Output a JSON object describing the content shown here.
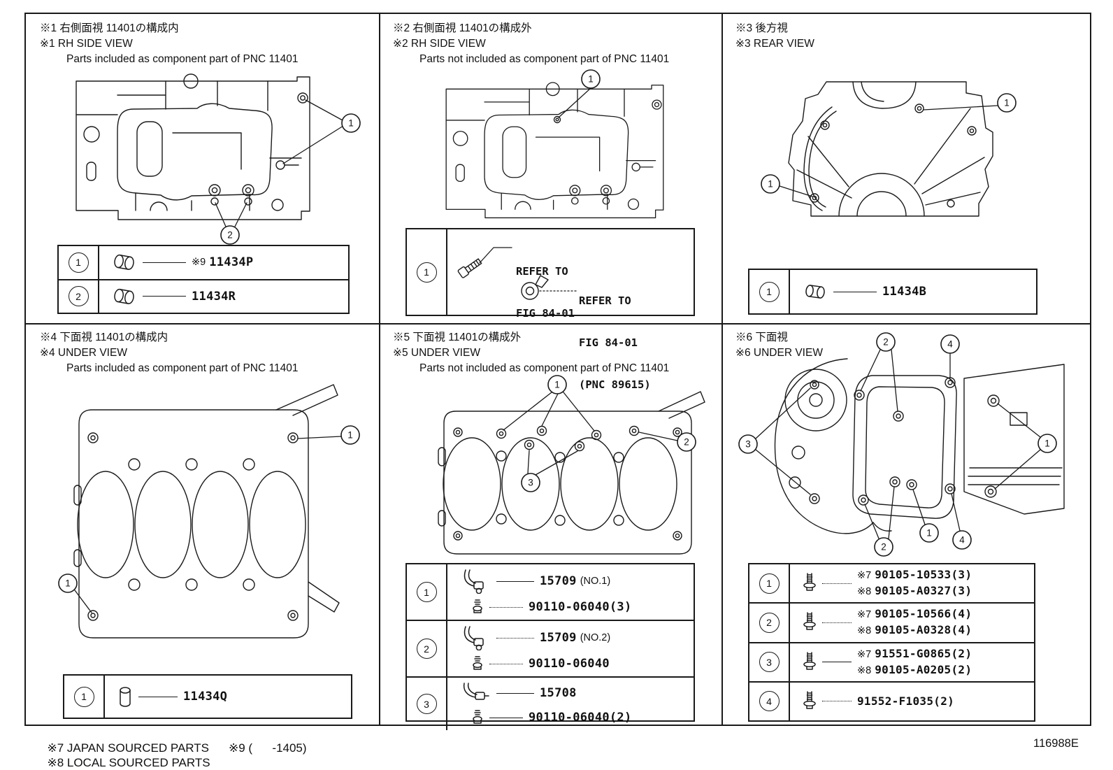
{
  "footer": {
    "note7": "※7 JAPAN SOURCED PARTS",
    "note8": "※8 LOCAL SOURCED PARTS",
    "note9": "※9 (      -1405)",
    "code": "116988E"
  },
  "panels": [
    {
      "title_jp": "※1 右側面視 11401の構成内",
      "title_en": "※1 RH SIDE VIEW",
      "subtitle": "Parts included as component part of PNC 11401",
      "callouts": [
        "1",
        "2"
      ],
      "rows": [
        {
          "callout": "1",
          "prefix": "※9",
          "number": "11434P"
        },
        {
          "callout": "2",
          "prefix": "",
          "number": "11434R"
        }
      ]
    },
    {
      "title_jp": "※2 右側面視 11401の構成外",
      "title_en": "※2 RH SIDE VIEW",
      "subtitle": "Parts not included as component part of PNC 11401",
      "callouts": [
        "1"
      ],
      "row": {
        "callout": "1",
        "ref1_line1": "REFER TO",
        "ref1_line2": "FIG 84-01",
        "ref2_line1": "REFER TO",
        "ref2_line2": "FIG 84-01",
        "ref2_line3": "(PNC 89615)"
      }
    },
    {
      "title_jp": "※3 後方視",
      "title_en": "※3 REAR VIEW",
      "callouts": [
        "1",
        "1"
      ],
      "rows": [
        {
          "callout": "1",
          "number": "11434B"
        }
      ]
    },
    {
      "title_jp": "※4 下面視 11401の構成内",
      "title_en": "※4 UNDER VIEW",
      "subtitle": "Parts included as component part of PNC 11401",
      "callouts": [
        "1",
        "1"
      ],
      "rows": [
        {
          "callout": "1",
          "number": "11434Q"
        }
      ]
    },
    {
      "title_jp": "※5 下面視 11401の構成外",
      "title_en": "※5 UNDER VIEW",
      "subtitle": "Parts not included as component part of PNC 11401",
      "callouts": [
        "1",
        "2",
        "3"
      ],
      "rows": [
        {
          "callout": "1",
          "number": "15709",
          "suffix": "(NO.1)",
          "number2": "90110-06040(3)"
        },
        {
          "callout": "2",
          "number": "15709",
          "suffix": "(NO.2)",
          "number2": "90110-06040"
        },
        {
          "callout": "3",
          "number": "15708",
          "suffix": "",
          "number2": "90110-06040(2)"
        }
      ]
    },
    {
      "title_jp": "※6 下面視",
      "title_en": "※6 UNDER VIEW",
      "callouts": [
        "2",
        "4",
        "3",
        "1",
        "2",
        "1",
        "4"
      ],
      "rows": [
        {
          "callout": "1",
          "p1": "※7",
          "n1": "90105-10533(3)",
          "p2": "※8",
          "n2": "90105-A0327(3)"
        },
        {
          "callout": "2",
          "p1": "※7",
          "n1": "90105-10566(4)",
          "p2": "※8",
          "n2": "90105-A0328(4)"
        },
        {
          "callout": "3",
          "p1": "※7",
          "n1": "91551-G0865(2)",
          "p2": "※8",
          "n2": "90105-A0205(2)"
        },
        {
          "callout": "4",
          "p1": "",
          "n1": "91552-F1035(2)",
          "p2": "",
          "n2": ""
        }
      ]
    }
  ]
}
